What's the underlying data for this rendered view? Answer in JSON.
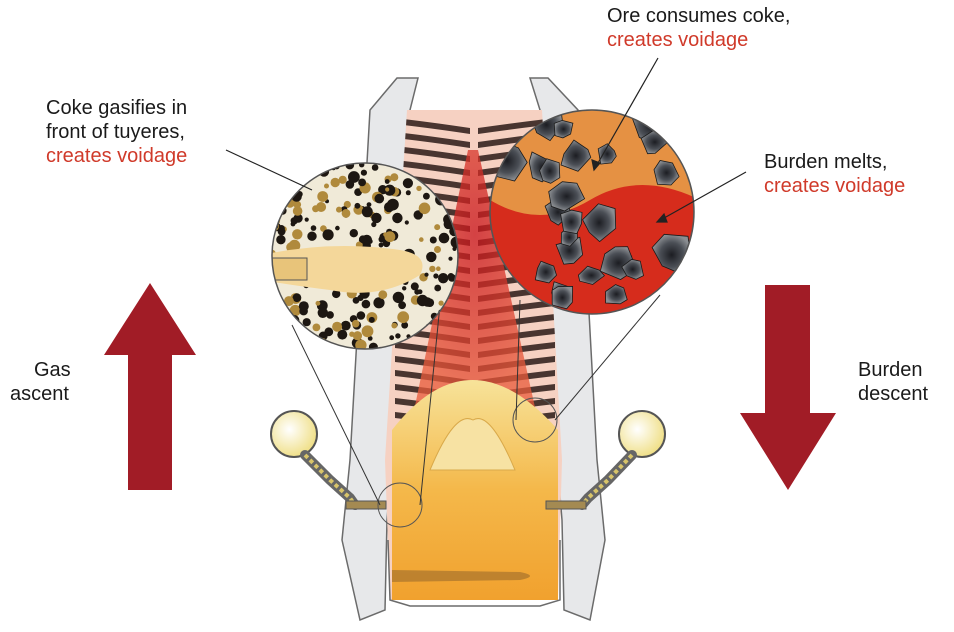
{
  "colors": {
    "arrow": "#a11c26",
    "highlight_text": "#d03a2a",
    "furnace_wall": "#e7e8ea",
    "furnace_outline": "#6b6b6b",
    "burden_dark": "#2a1a16",
    "melt_red": "#d62c1c",
    "molten_yellow": "#f6c443",
    "ore_grey": "#555a60",
    "coke_orange": "#e8a34a"
  },
  "labels": {
    "coke_gasifies": {
      "line1": "Coke gasifies in",
      "line2": "front of tuyeres,",
      "line3": "creates voidage"
    },
    "ore_consumes": {
      "line1": "Ore consumes coke,",
      "line2": "creates voidage"
    },
    "burden_melts": {
      "line1": "Burden melts,",
      "line2": "creates voidage"
    },
    "gas_ascent": {
      "line1": "Gas",
      "line2": "ascent"
    },
    "burden_descent": {
      "line1": "Burden",
      "line2": "descent"
    }
  },
  "arrows": [
    {
      "name": "gas-ascent-arrow",
      "direction": "up"
    },
    {
      "name": "burden-descent-arrow",
      "direction": "down"
    }
  ],
  "icons": [
    "tuyere-left-icon",
    "tuyere-right-icon",
    "coke-zone-magnifier",
    "ore-zone-magnifier"
  ]
}
